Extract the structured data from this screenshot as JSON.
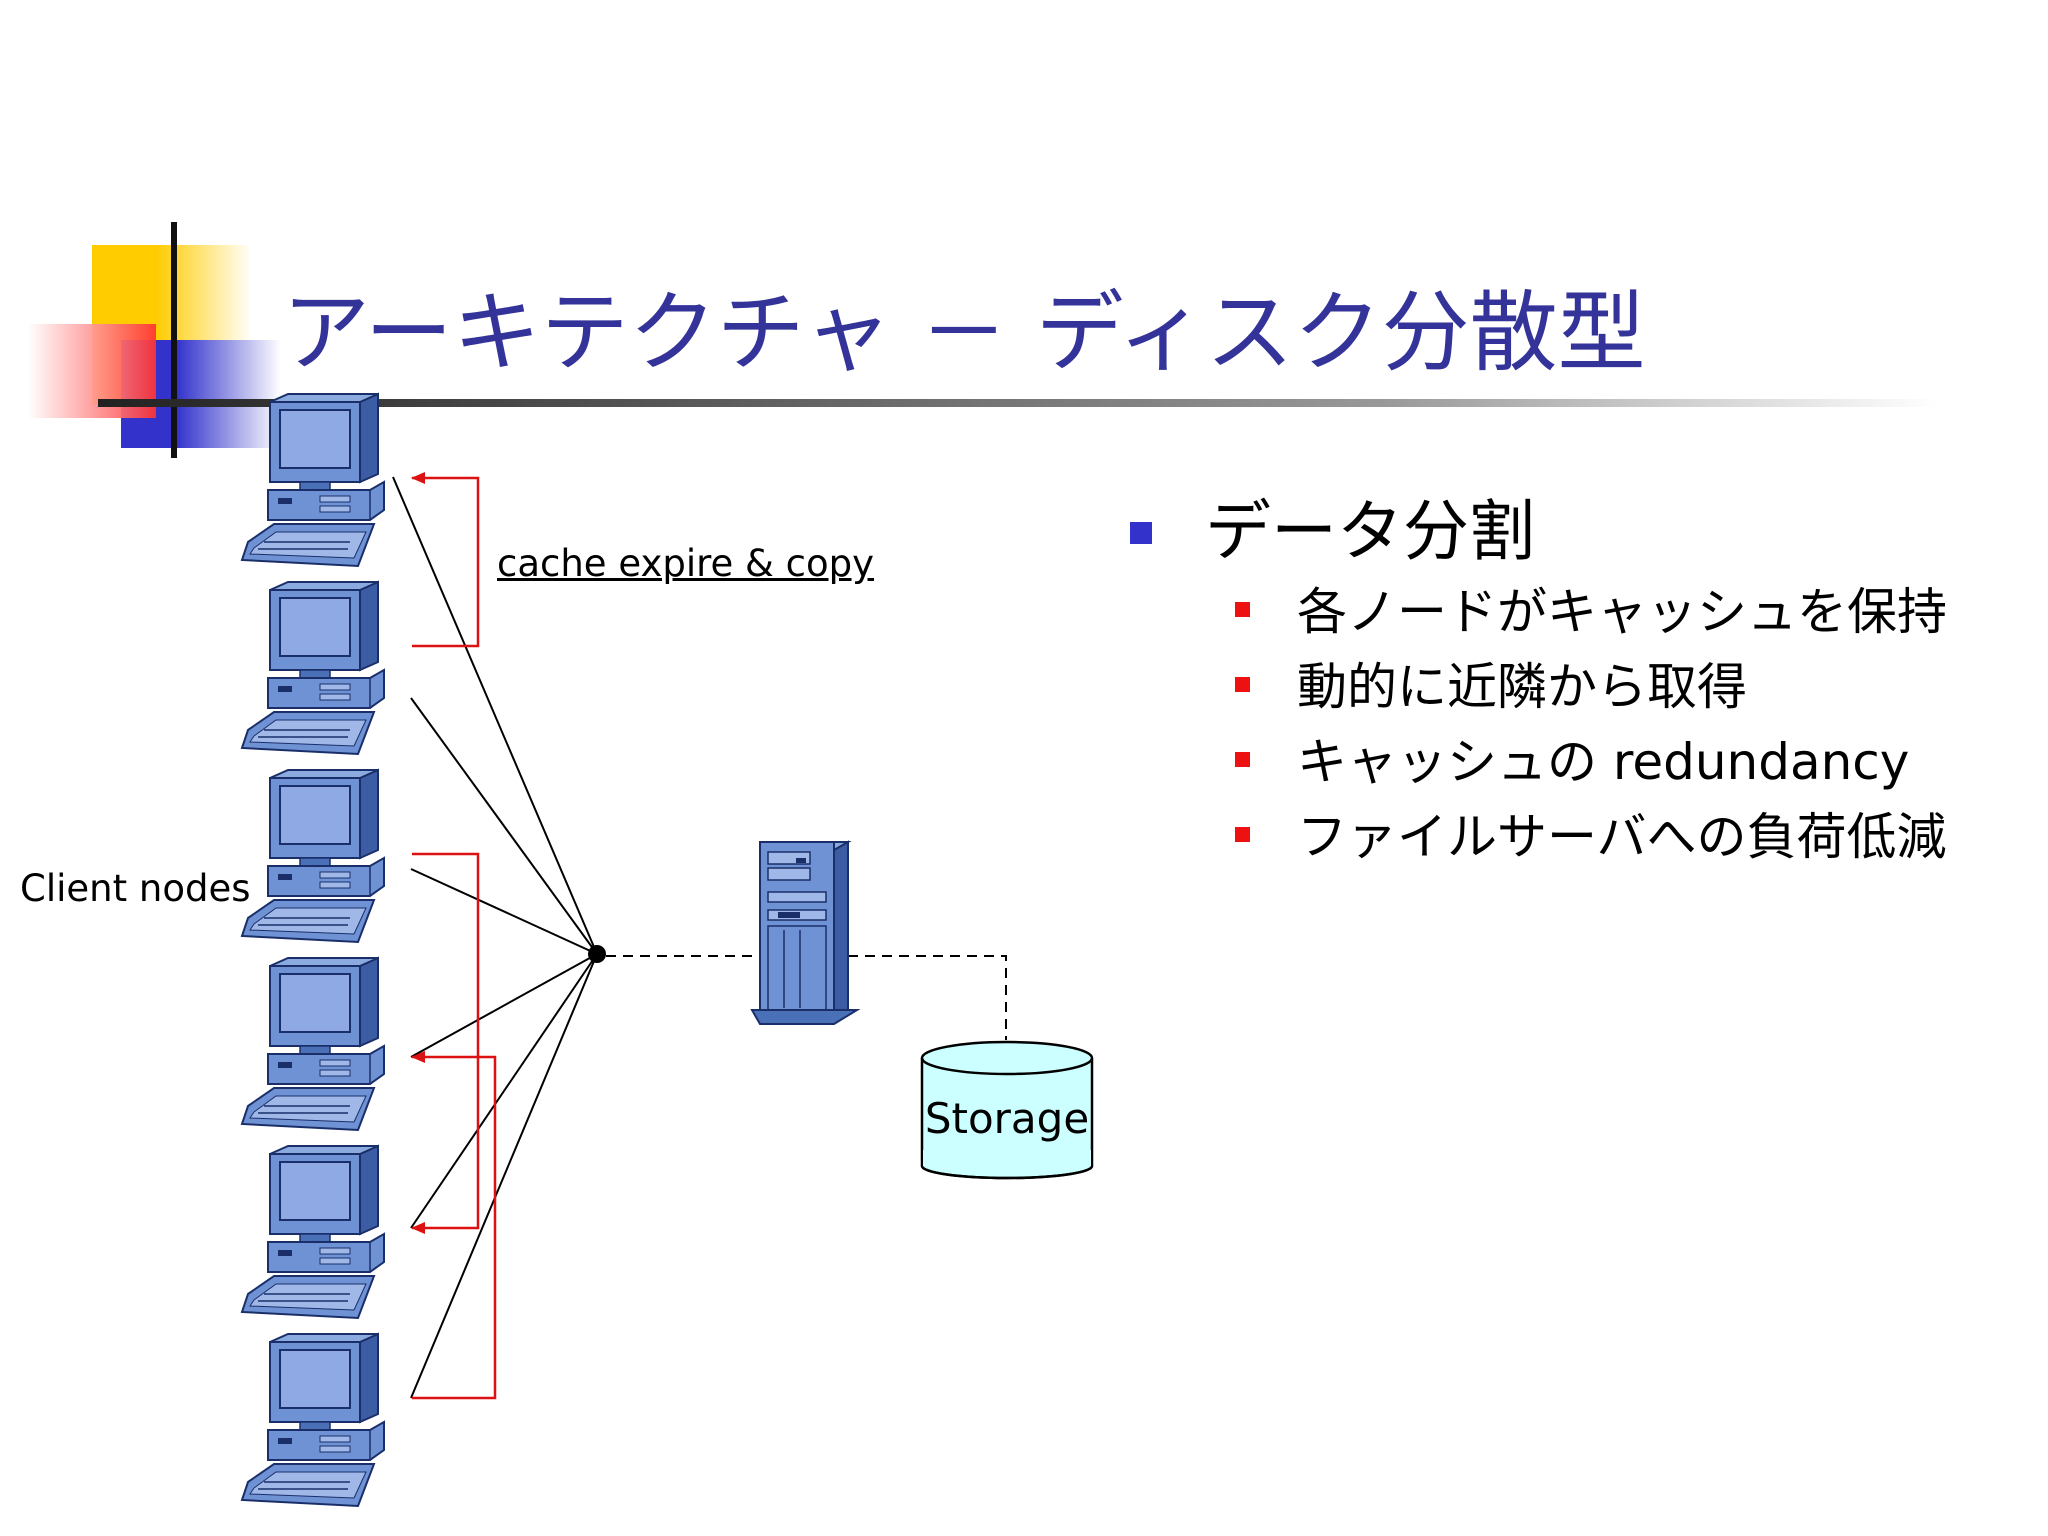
{
  "slide": {
    "title": "アーキテクチャ － ディスク分散型",
    "bullets": [
      {
        "text": "データ分割",
        "children": [
          {
            "text": "各ノードがキャッシュを保持"
          },
          {
            "text": "動的に近隣から取得"
          },
          {
            "text": "キャッシュの",
            "latin": " redundancy"
          },
          {
            "text": "ファイルサーバへの負荷低減"
          }
        ]
      }
    ]
  },
  "diagram": {
    "client_label": "Client nodes",
    "cache_label": "cache expire & copy",
    "storage_label": "Storage",
    "client_count": 6
  },
  "colors": {
    "title": "#333399",
    "bullet_l1": "#3333cc",
    "bullet_l2": "#ee1111",
    "arrow": "#dd1111",
    "storage_fill": "#ccffff",
    "computer": "#6f92d4"
  }
}
